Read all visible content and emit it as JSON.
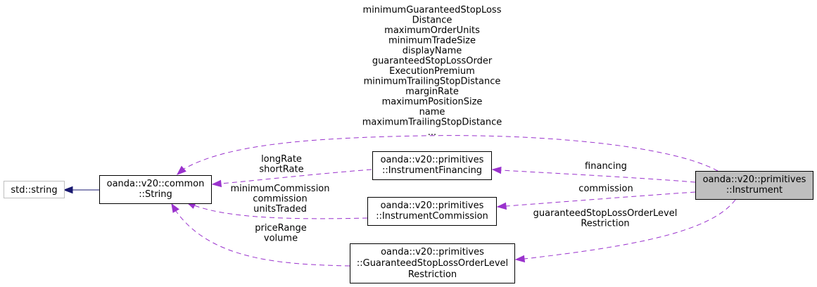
{
  "nodes": {
    "std_string": {
      "lines": [
        "std::string"
      ]
    },
    "common_string": {
      "lines": [
        "oanda::v20::common",
        "::String"
      ]
    },
    "instrument_financing": {
      "lines": [
        "oanda::v20::primitives",
        "::InstrumentFinancing"
      ]
    },
    "instrument_commission": {
      "lines": [
        "oanda::v20::primitives",
        "::InstrumentCommission"
      ]
    },
    "gsl_restriction": {
      "lines": [
        "oanda::v20::primitives",
        "::GuaranteedStopLossOrderLevel",
        "Restriction"
      ]
    },
    "instrument": {
      "lines": [
        "oanda::v20::primitives",
        "::Instrument"
      ]
    }
  },
  "edge_labels": {
    "instrument_to_string": [
      "minimumGuaranteedStopLoss",
      "Distance",
      "maximumOrderUnits",
      "minimumTradeSize",
      "displayName",
      "guaranteedStopLossOrder",
      "ExecutionPremium",
      "minimumTrailingStopDistance",
      "marginRate",
      "maximumPositionSize",
      "name",
      "maximumTrailingStopDistance",
      "..."
    ],
    "financing_to_string": [
      "longRate",
      "shortRate"
    ],
    "commission_to_string": [
      "minimumCommission",
      "commission",
      "unitsTraded"
    ],
    "gsl_to_string": [
      "priceRange",
      "volume"
    ],
    "instrument_to_financing": [
      "financing"
    ],
    "instrument_to_commission": [
      "commission"
    ],
    "instrument_to_gsl": [
      "guaranteedStopLossOrderLevel",
      "Restriction"
    ]
  },
  "colors": {
    "usage_edge": "#9a32cd",
    "inheritance_edge": "#191970",
    "focus_node_fill": "#bfbfbf",
    "external_node_border": "#bfbfbf"
  }
}
